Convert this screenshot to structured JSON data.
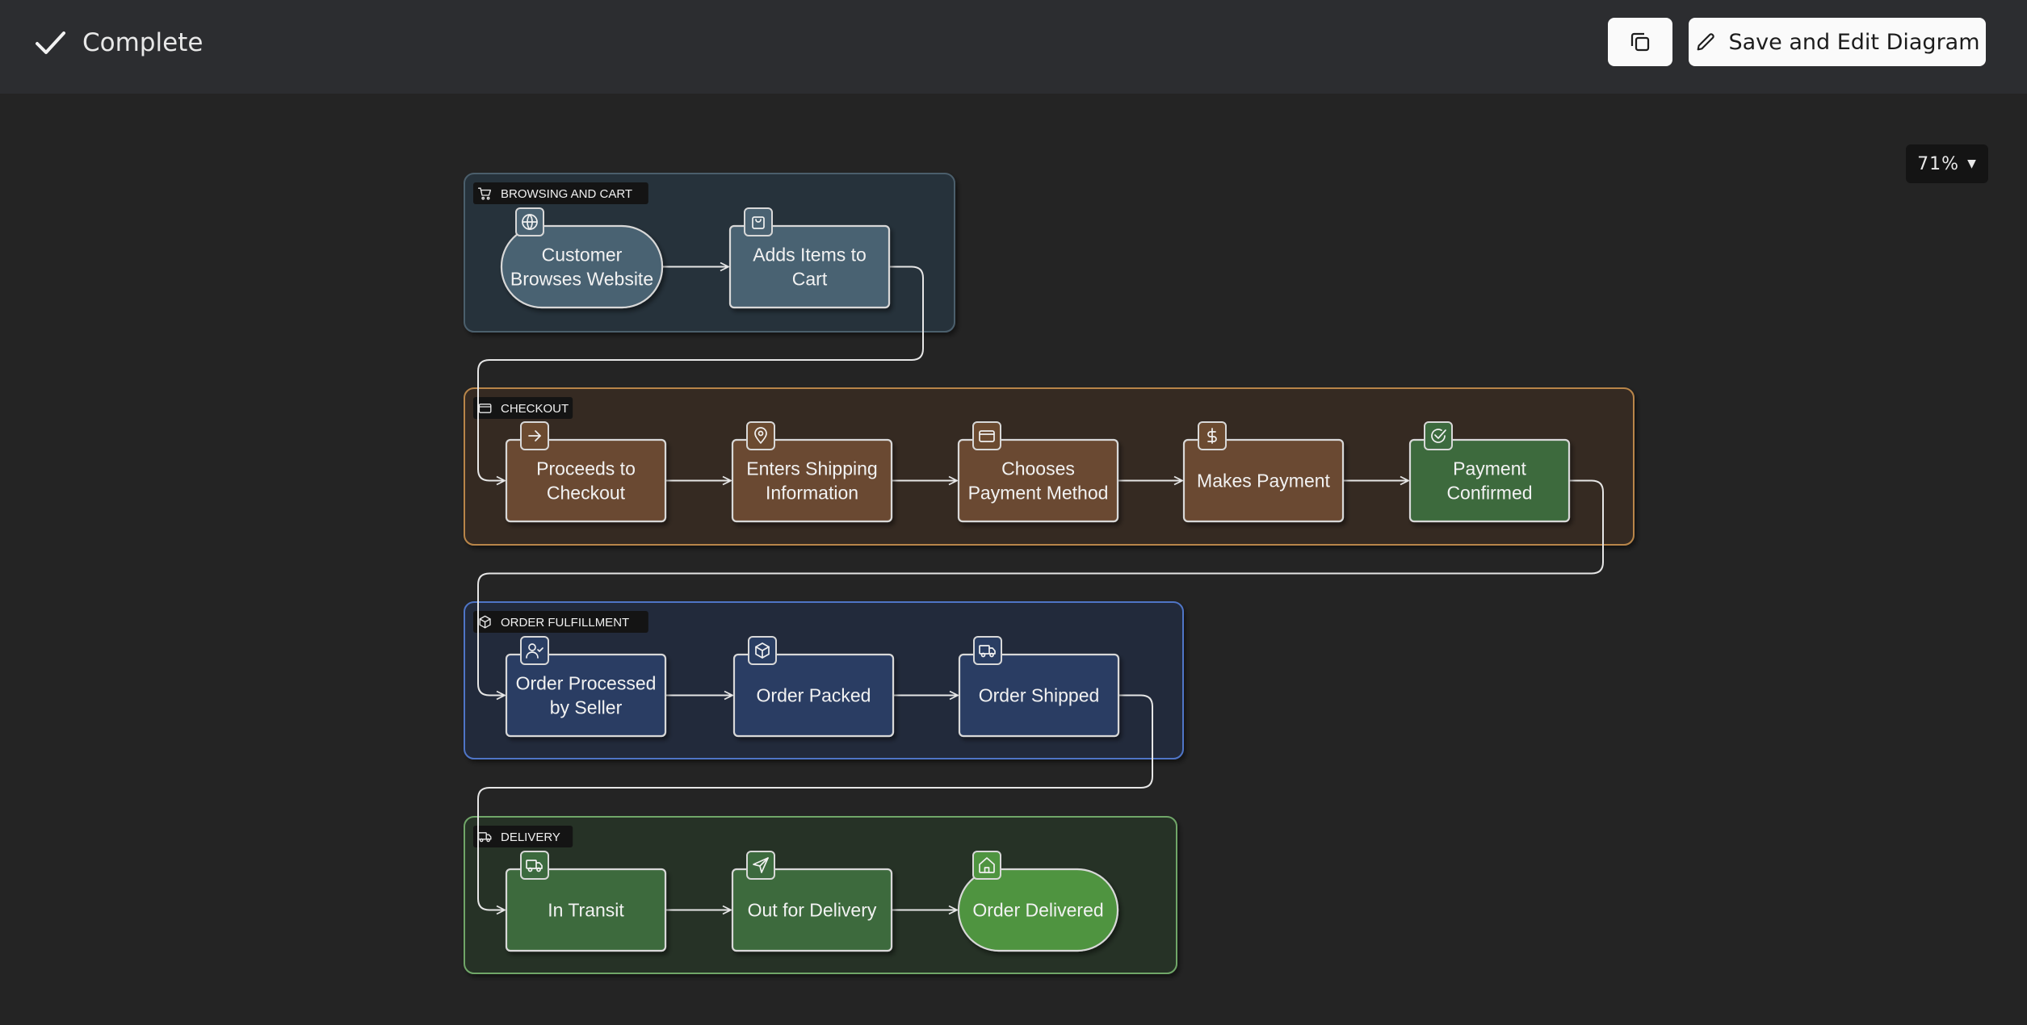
{
  "header": {
    "status_label": "Complete",
    "status_icon": "checkmark-icon",
    "copy_icon": "copy-icon",
    "edit_icon": "pencil-icon",
    "edit_label": "Save and Edit Diagram"
  },
  "zoom": {
    "label": "71%"
  },
  "diagram": {
    "groups": [
      {
        "id": "browsing",
        "label": "BROWSING AND CART",
        "icon": "cart-icon",
        "fill": "#27323a",
        "stroke": "#4b5e6c"
      },
      {
        "id": "checkout",
        "label": "CHECKOUT",
        "icon": "credit-card-icon",
        "fill": "#362c22",
        "stroke": "#b8854a"
      },
      {
        "id": "fulfillment",
        "label": "ORDER FULFILLMENT",
        "icon": "package-icon",
        "fill": "#232a3a",
        "stroke": "#4f74c6"
      },
      {
        "id": "delivery",
        "label": "DELIVERY",
        "icon": "truck-icon",
        "fill": "#253025",
        "stroke": "#6fa668"
      }
    ],
    "nodes": [
      {
        "id": "n1",
        "group": "browsing",
        "lines": [
          "Customer",
          "Browses Website"
        ],
        "icon": "globe-icon",
        "fill": "#4a6272",
        "shape": "rounded"
      },
      {
        "id": "n2",
        "group": "browsing",
        "lines": [
          "Adds Items to",
          "Cart"
        ],
        "icon": "shopping-bag-icon",
        "fill": "#4a6272",
        "shape": "rect"
      },
      {
        "id": "n3",
        "group": "checkout",
        "lines": [
          "Proceeds to",
          "Checkout"
        ],
        "icon": "arrow-right-icon",
        "fill": "#6b4a30",
        "shape": "rect"
      },
      {
        "id": "n4",
        "group": "checkout",
        "lines": [
          "Enters Shipping",
          "Information"
        ],
        "icon": "map-pin-icon",
        "fill": "#6b4a30",
        "shape": "rect"
      },
      {
        "id": "n5",
        "group": "checkout",
        "lines": [
          "Chooses",
          "Payment Method"
        ],
        "icon": "credit-card-icon",
        "fill": "#6b4a30",
        "shape": "rect"
      },
      {
        "id": "n6",
        "group": "checkout",
        "lines": [
          "Makes Payment"
        ],
        "icon": "dollar-icon",
        "fill": "#6b4a30",
        "shape": "rect"
      },
      {
        "id": "n7",
        "group": "checkout",
        "lines": [
          "Payment",
          "Confirmed"
        ],
        "icon": "check-circle-icon",
        "fill": "#3c6a3e",
        "shape": "rect"
      },
      {
        "id": "n8",
        "group": "fulfillment",
        "lines": [
          "Order Processed",
          "by Seller"
        ],
        "icon": "user-check-icon",
        "fill": "#2a3e63",
        "shape": "rect"
      },
      {
        "id": "n9",
        "group": "fulfillment",
        "lines": [
          "Order Packed"
        ],
        "icon": "package-icon",
        "fill": "#2a3e63",
        "shape": "rect"
      },
      {
        "id": "n10",
        "group": "fulfillment",
        "lines": [
          "Order Shipped"
        ],
        "icon": "truck-icon",
        "fill": "#2a3e63",
        "shape": "rect"
      },
      {
        "id": "n11",
        "group": "delivery",
        "lines": [
          "In Transit"
        ],
        "icon": "truck-icon",
        "fill": "#3c6a3e",
        "shape": "rect"
      },
      {
        "id": "n12",
        "group": "delivery",
        "lines": [
          "Out for Delivery"
        ],
        "icon": "send-icon",
        "fill": "#3c6a3e",
        "shape": "rect"
      },
      {
        "id": "n13",
        "group": "delivery",
        "lines": [
          "Order Delivered"
        ],
        "icon": "home-icon",
        "fill": "#4f9440",
        "shape": "rounded"
      }
    ],
    "edges": [
      [
        "n1",
        "n2"
      ],
      [
        "n2",
        "n3"
      ],
      [
        "n3",
        "n4"
      ],
      [
        "n4",
        "n5"
      ],
      [
        "n5",
        "n6"
      ],
      [
        "n6",
        "n7"
      ],
      [
        "n7",
        "n8"
      ],
      [
        "n8",
        "n9"
      ],
      [
        "n9",
        "n10"
      ],
      [
        "n10",
        "n11"
      ],
      [
        "n11",
        "n12"
      ],
      [
        "n12",
        "n13"
      ]
    ]
  }
}
